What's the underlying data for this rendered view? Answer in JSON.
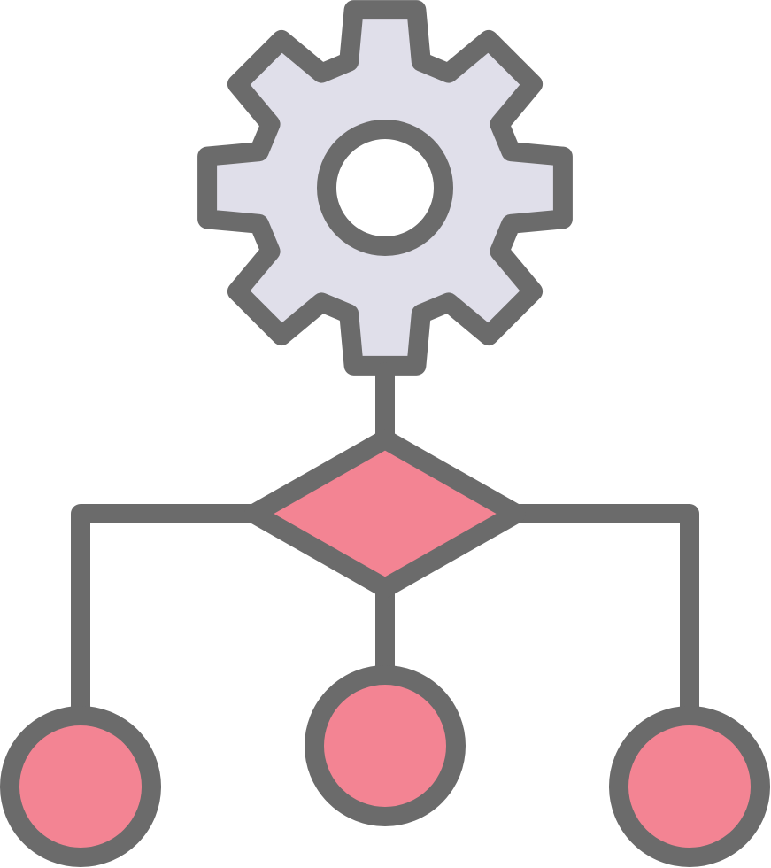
{
  "icon": {
    "name": "process-flow-icon",
    "colors": {
      "stroke": "#6b6b6b",
      "gear_fill": "#e0dfea",
      "hub_fill": "#ffffff",
      "accent_fill": "#f38493",
      "background": "#ffffff"
    },
    "parts": [
      "gear-icon",
      "decision-diamond",
      "branch-lines",
      "output-node-left",
      "output-node-center",
      "output-node-right"
    ]
  }
}
